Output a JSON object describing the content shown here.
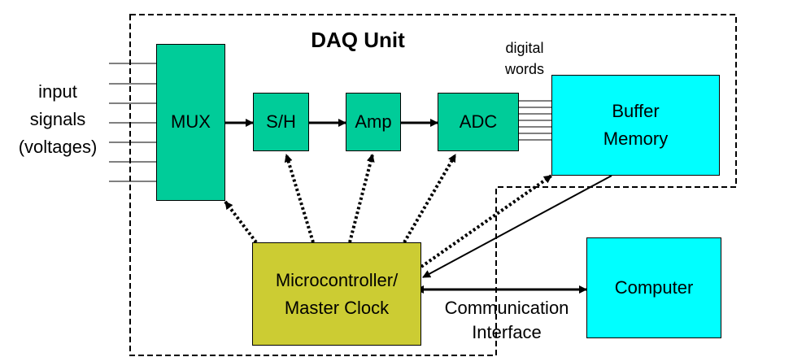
{
  "title": "DAQ Unit",
  "input_label": [
    "input",
    "signals",
    "(voltages)"
  ],
  "digital_words_label": [
    "digital",
    "words"
  ],
  "blocks": {
    "mux": "MUX",
    "sh": "S/H",
    "amp": "Amp",
    "adc": "ADC",
    "buffer": [
      "Buffer",
      "Memory"
    ],
    "micro": [
      "Microcontroller/",
      "Master Clock"
    ],
    "computer": "Computer"
  },
  "comm_label": [
    "Communication",
    "Interface"
  ],
  "colors": {
    "green": "#00cc99",
    "cyan": "#00ffff",
    "yellow": "#cccc33"
  }
}
